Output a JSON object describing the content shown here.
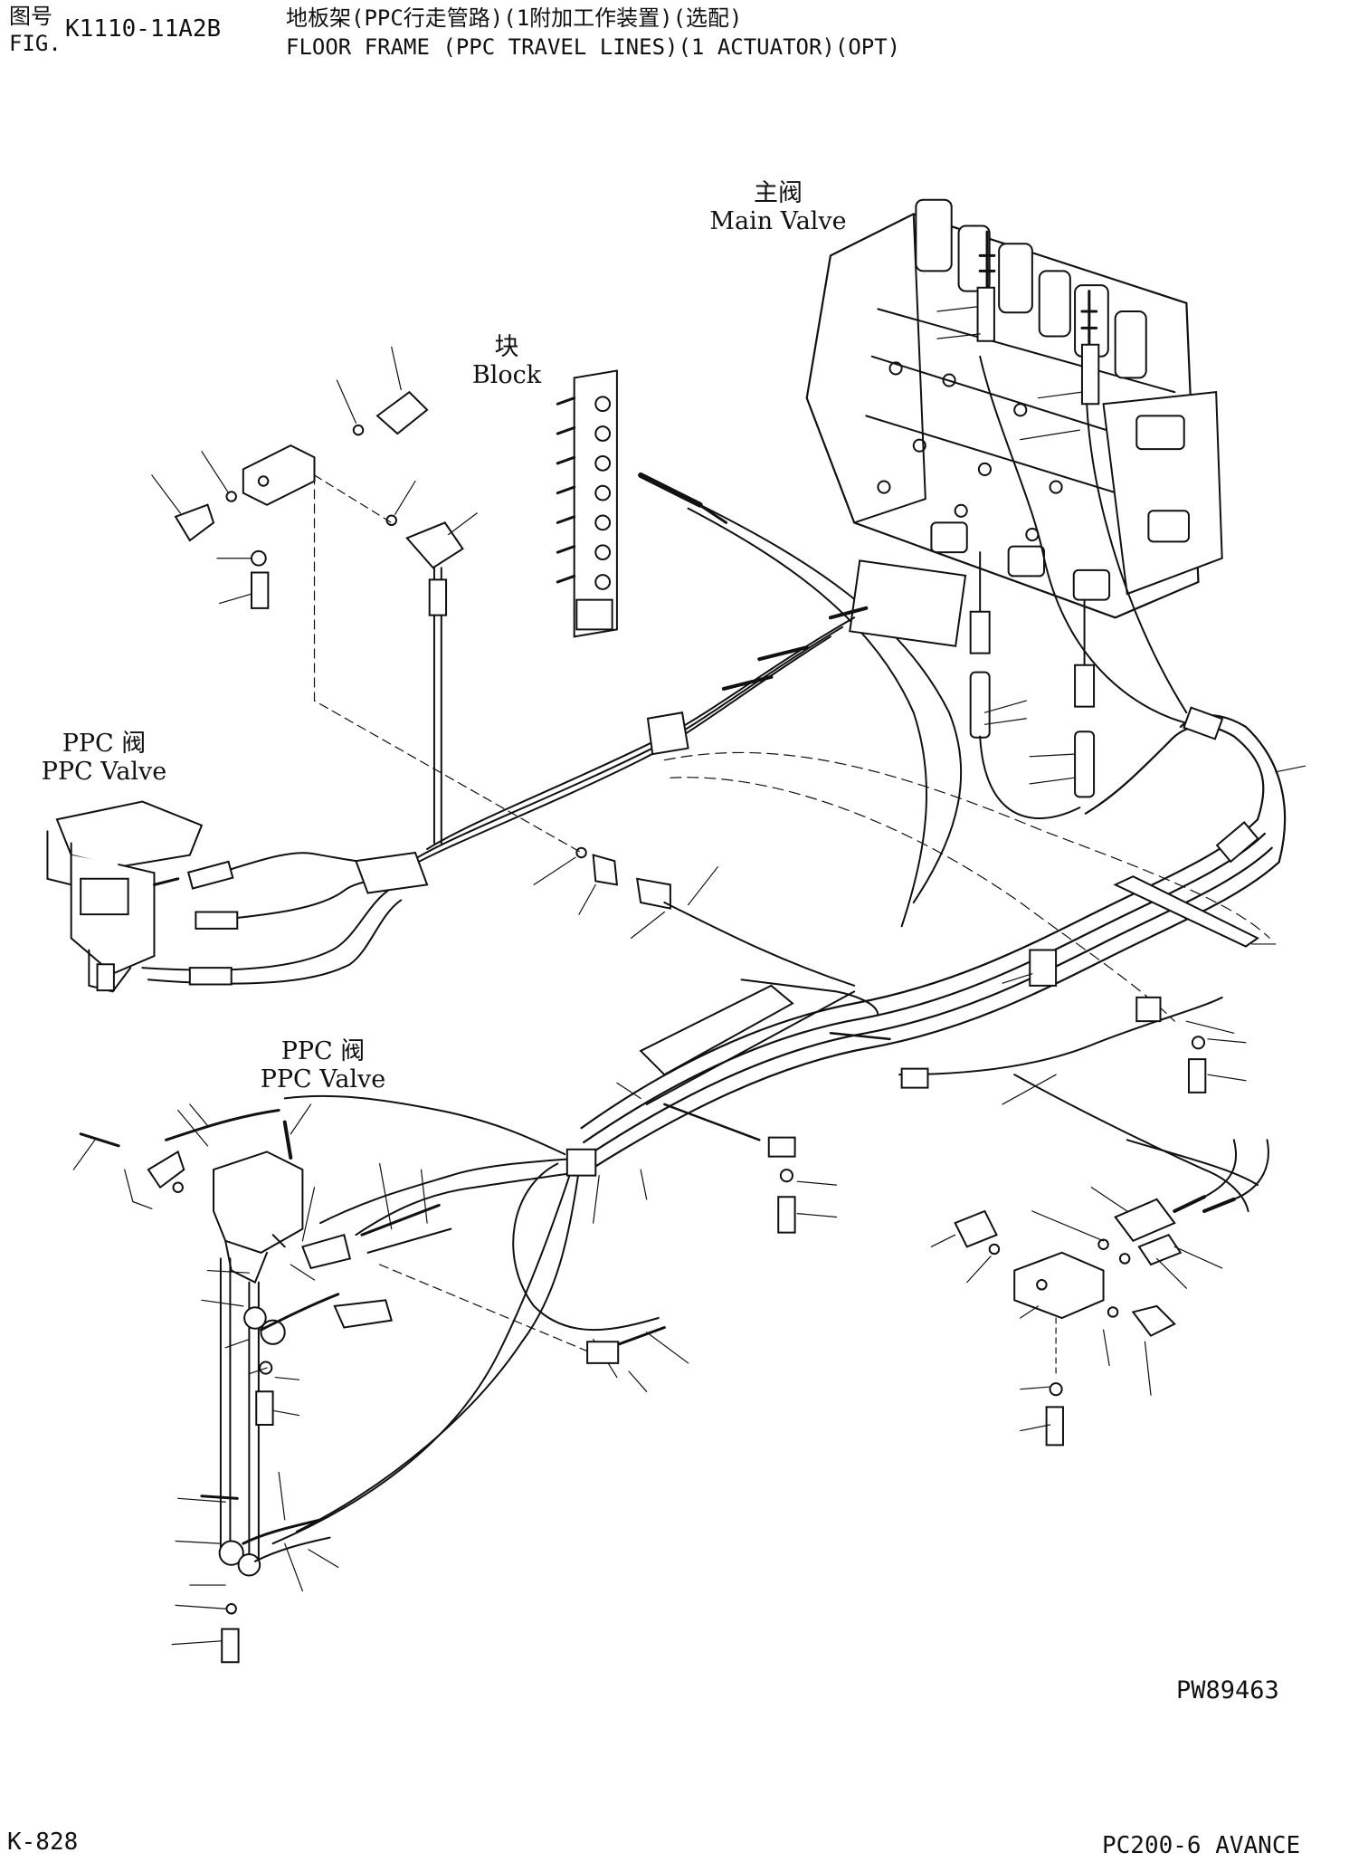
{
  "header": {
    "fig_label_cn": "图号",
    "fig_label_en": "FIG.",
    "fig_number": "K1110-11A2B",
    "title_cn": "地板架(PPC行走管路)(1附加工作装置)(选配)",
    "title_en": "FLOOR FRAME (PPC TRAVEL LINES)(1 ACTUATOR)(OPT)"
  },
  "callouts": {
    "main_valve_cn": "主阀",
    "main_valve_en": "Main Valve",
    "block_cn": "块",
    "block_en": "Block",
    "ppc_valve_left_cn": "PPC 阀",
    "ppc_valve_left_en": "PPC Valve",
    "ppc_valve_bottom_cn": "PPC 阀",
    "ppc_valve_bottom_en": "PPC Valve"
  },
  "drawing_code": "PW89463",
  "footer": {
    "page": "K-828",
    "model": "PC200-6 AVANCE"
  }
}
